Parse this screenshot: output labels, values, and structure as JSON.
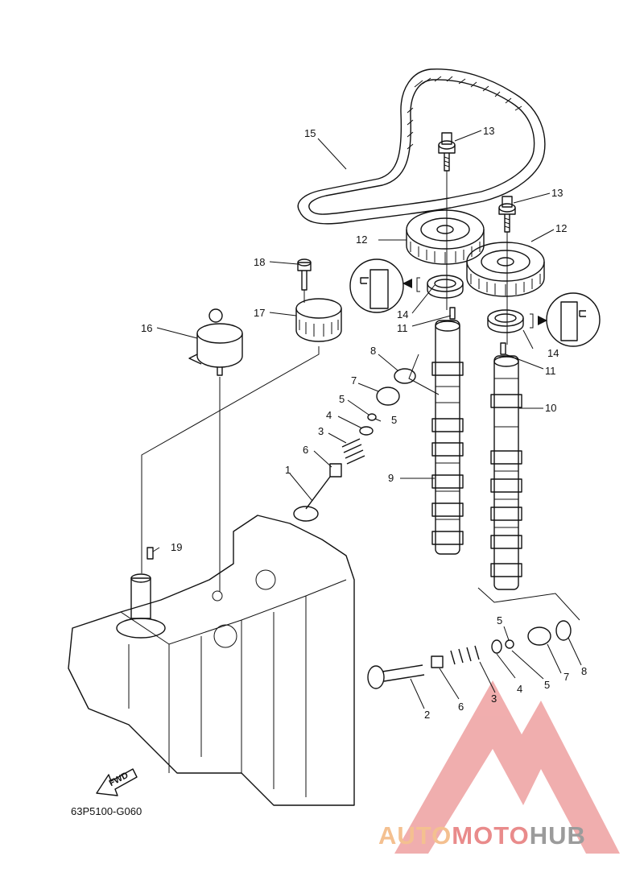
{
  "diagram": {
    "code": "63P5100-G060",
    "direction_label": "FWD",
    "labels": [
      {
        "id": "lbl-15",
        "text": "15"
      },
      {
        "id": "lbl-13a",
        "text": "13"
      },
      {
        "id": "lbl-13b",
        "text": "13"
      },
      {
        "id": "lbl-12a",
        "text": "12"
      },
      {
        "id": "lbl-12b",
        "text": "12"
      },
      {
        "id": "lbl-18",
        "text": "18"
      },
      {
        "id": "lbl-17",
        "text": "17"
      },
      {
        "id": "lbl-16",
        "text": "16"
      },
      {
        "id": "lbl-14a",
        "text": "14"
      },
      {
        "id": "lbl-14b",
        "text": "14"
      },
      {
        "id": "lbl-11a",
        "text": "11"
      },
      {
        "id": "lbl-11b",
        "text": "11"
      },
      {
        "id": "lbl-10",
        "text": "10"
      },
      {
        "id": "lbl-9",
        "text": "9"
      },
      {
        "id": "lbl-8a",
        "text": "8"
      },
      {
        "id": "lbl-8b",
        "text": "8"
      },
      {
        "id": "lbl-7a",
        "text": "7"
      },
      {
        "id": "lbl-7b",
        "text": "7"
      },
      {
        "id": "lbl-5a",
        "text": "5"
      },
      {
        "id": "lbl-5b",
        "text": "5"
      },
      {
        "id": "lbl-5c",
        "text": "5"
      },
      {
        "id": "lbl-5d",
        "text": "5"
      },
      {
        "id": "lbl-4a",
        "text": "4"
      },
      {
        "id": "lbl-4b",
        "text": "4"
      },
      {
        "id": "lbl-3a",
        "text": "3"
      },
      {
        "id": "lbl-3b",
        "text": "3"
      },
      {
        "id": "lbl-6a",
        "text": "6"
      },
      {
        "id": "lbl-6b",
        "text": "6"
      },
      {
        "id": "lbl-1",
        "text": "1"
      },
      {
        "id": "lbl-2",
        "text": "2"
      },
      {
        "id": "lbl-19",
        "text": "19"
      }
    ]
  },
  "watermark": {
    "part1": "AUTO",
    "part2": "MOTO",
    "part3": "HUB",
    "colors": {
      "auto": "#f4c090",
      "moto": "#e98b8b",
      "hub": "#9b9b9b",
      "logo": "#e98b8b"
    }
  }
}
